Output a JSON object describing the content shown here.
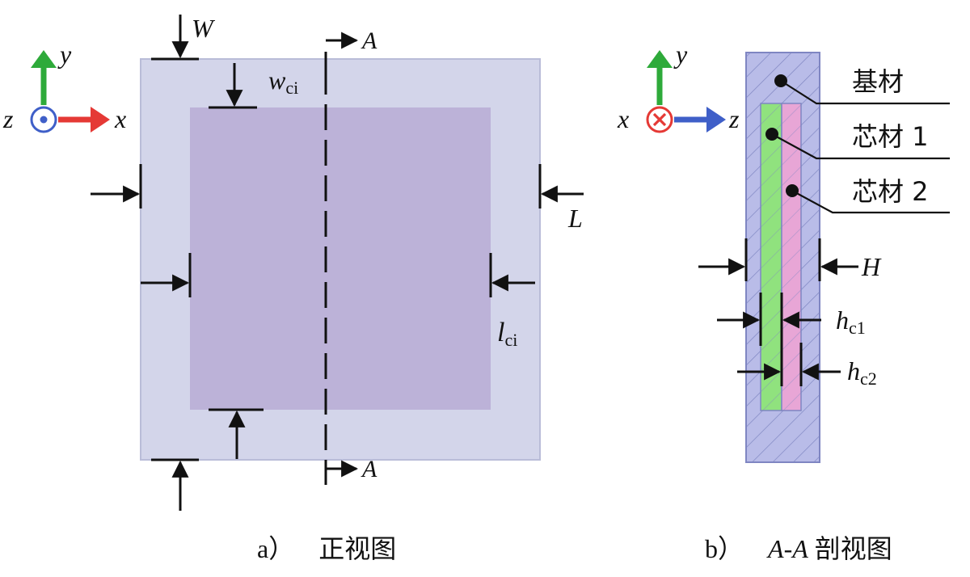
{
  "colors": {
    "substrate": "#d3d5ea",
    "substrate_border": "#b9bcd8",
    "core_front": "#bcb2d8",
    "core1": "#90e27e",
    "core2": "#e8a6d6",
    "section_substrate": "#b9bce8",
    "hatch": "#7f86c2",
    "axis_x": "#e53935",
    "axis_y": "#2eaa3a",
    "axis_z": "#3f5fc8",
    "ink": "#111111"
  },
  "icons": {
    "out_of_plane_axis": "dot-in-circle-icon",
    "into_plane_axis": "cross-in-circle-icon"
  },
  "front_view": {
    "axis": {
      "x": "x",
      "y": "y",
      "z": "z"
    },
    "dim_W": "W",
    "dim_w_base": "w",
    "dim_w_sub": "ci",
    "dim_L": "L",
    "dim_l_base": "l",
    "dim_l_sub": "ci",
    "section_mark": "A",
    "caption_letter": "a）",
    "caption_text": "正视图"
  },
  "section_view": {
    "axis": {
      "x": "x",
      "y": "y",
      "z": "z"
    },
    "label_substrate": "基材",
    "label_core1": "芯材 1",
    "label_core2": "芯材 2",
    "dim_H": "H",
    "dim_hc_base": "h",
    "dim_hc1_sub": "c1",
    "dim_hc2_sub": "c2",
    "caption_letter": "b）",
    "caption_section": "A-A",
    "caption_text": "剖视图"
  }
}
